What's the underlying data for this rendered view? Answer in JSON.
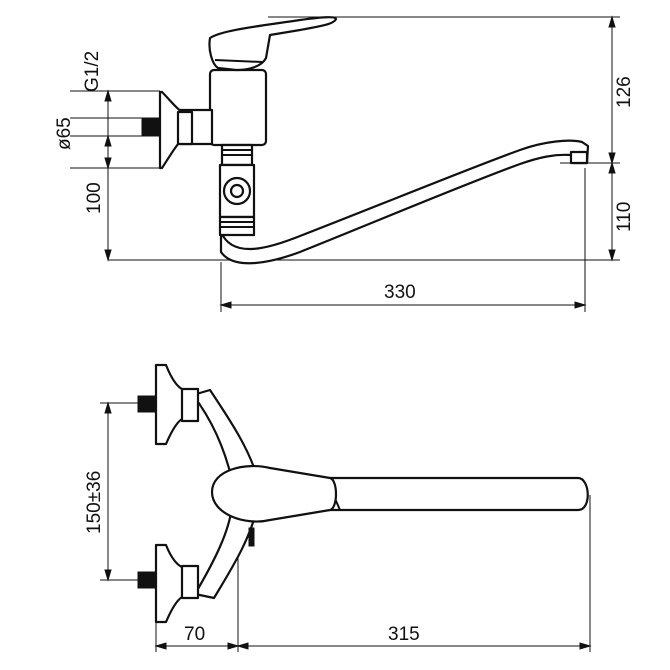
{
  "drawing": {
    "top_view_dimensions": {
      "thread": "G1/2",
      "flange_diameter": "ø65",
      "wall_to_axis": "100",
      "body_height": "126",
      "spout_height": "110",
      "spout_reach": "330"
    },
    "plan_view_dimensions": {
      "connection_spacing": "150±36",
      "wall_to_center": "70",
      "spout_length": "315"
    }
  }
}
